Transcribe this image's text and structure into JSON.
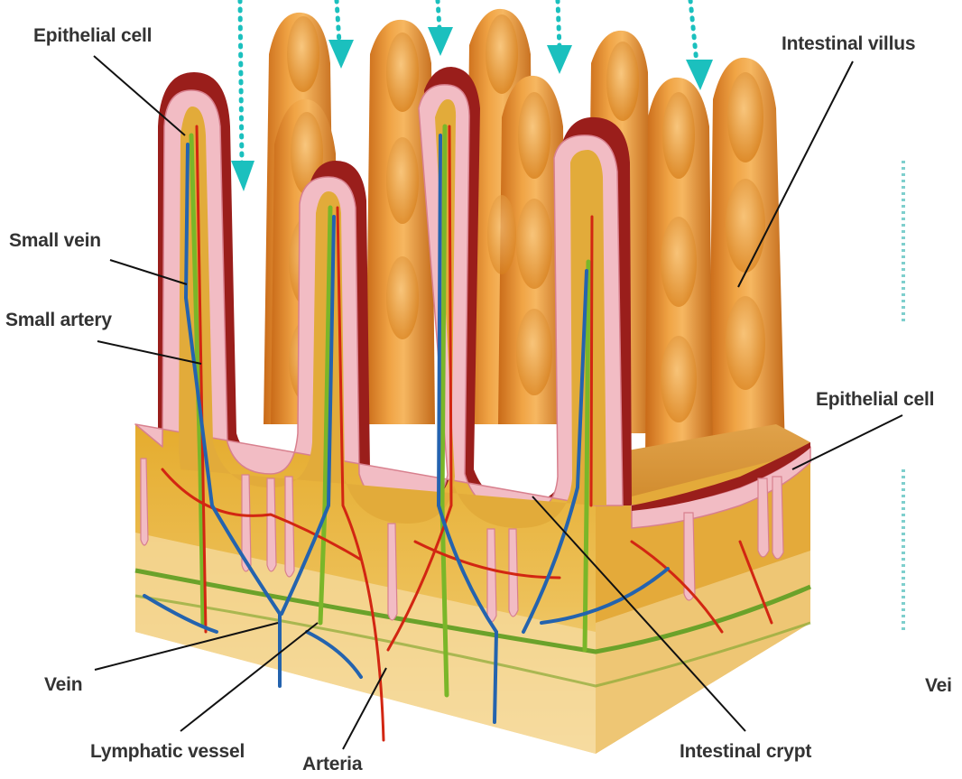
{
  "labels": {
    "epithelial_cell_top": "Epithelial cell",
    "intestinal_villus": "Intestinal villus",
    "small_vein": "Small vein",
    "small_artery": "Small artery",
    "epithelial_cell_right": "Epithelial cell",
    "vein": "Vein",
    "lymphatic_vessel": "Lymphatic vessel",
    "arteria": "Arteria",
    "intestinal_crypt": "Intestinal crypt",
    "vein_cropped": "Vei"
  },
  "colors": {
    "villus_orange": "#e9962e",
    "cut_face_yellow": "#e7b340",
    "cut_face_lower": "#f6d691",
    "dark_red_rim": "#9c1f1c",
    "epithelium_pink": "#f1bcc3",
    "artery_red": "#d32512",
    "vein_blue": "#2363ae",
    "lymph_green": "#78b32a",
    "arrow_teal": "#1bc0be",
    "label_text": "#333333",
    "leader_line": "#111111"
  }
}
